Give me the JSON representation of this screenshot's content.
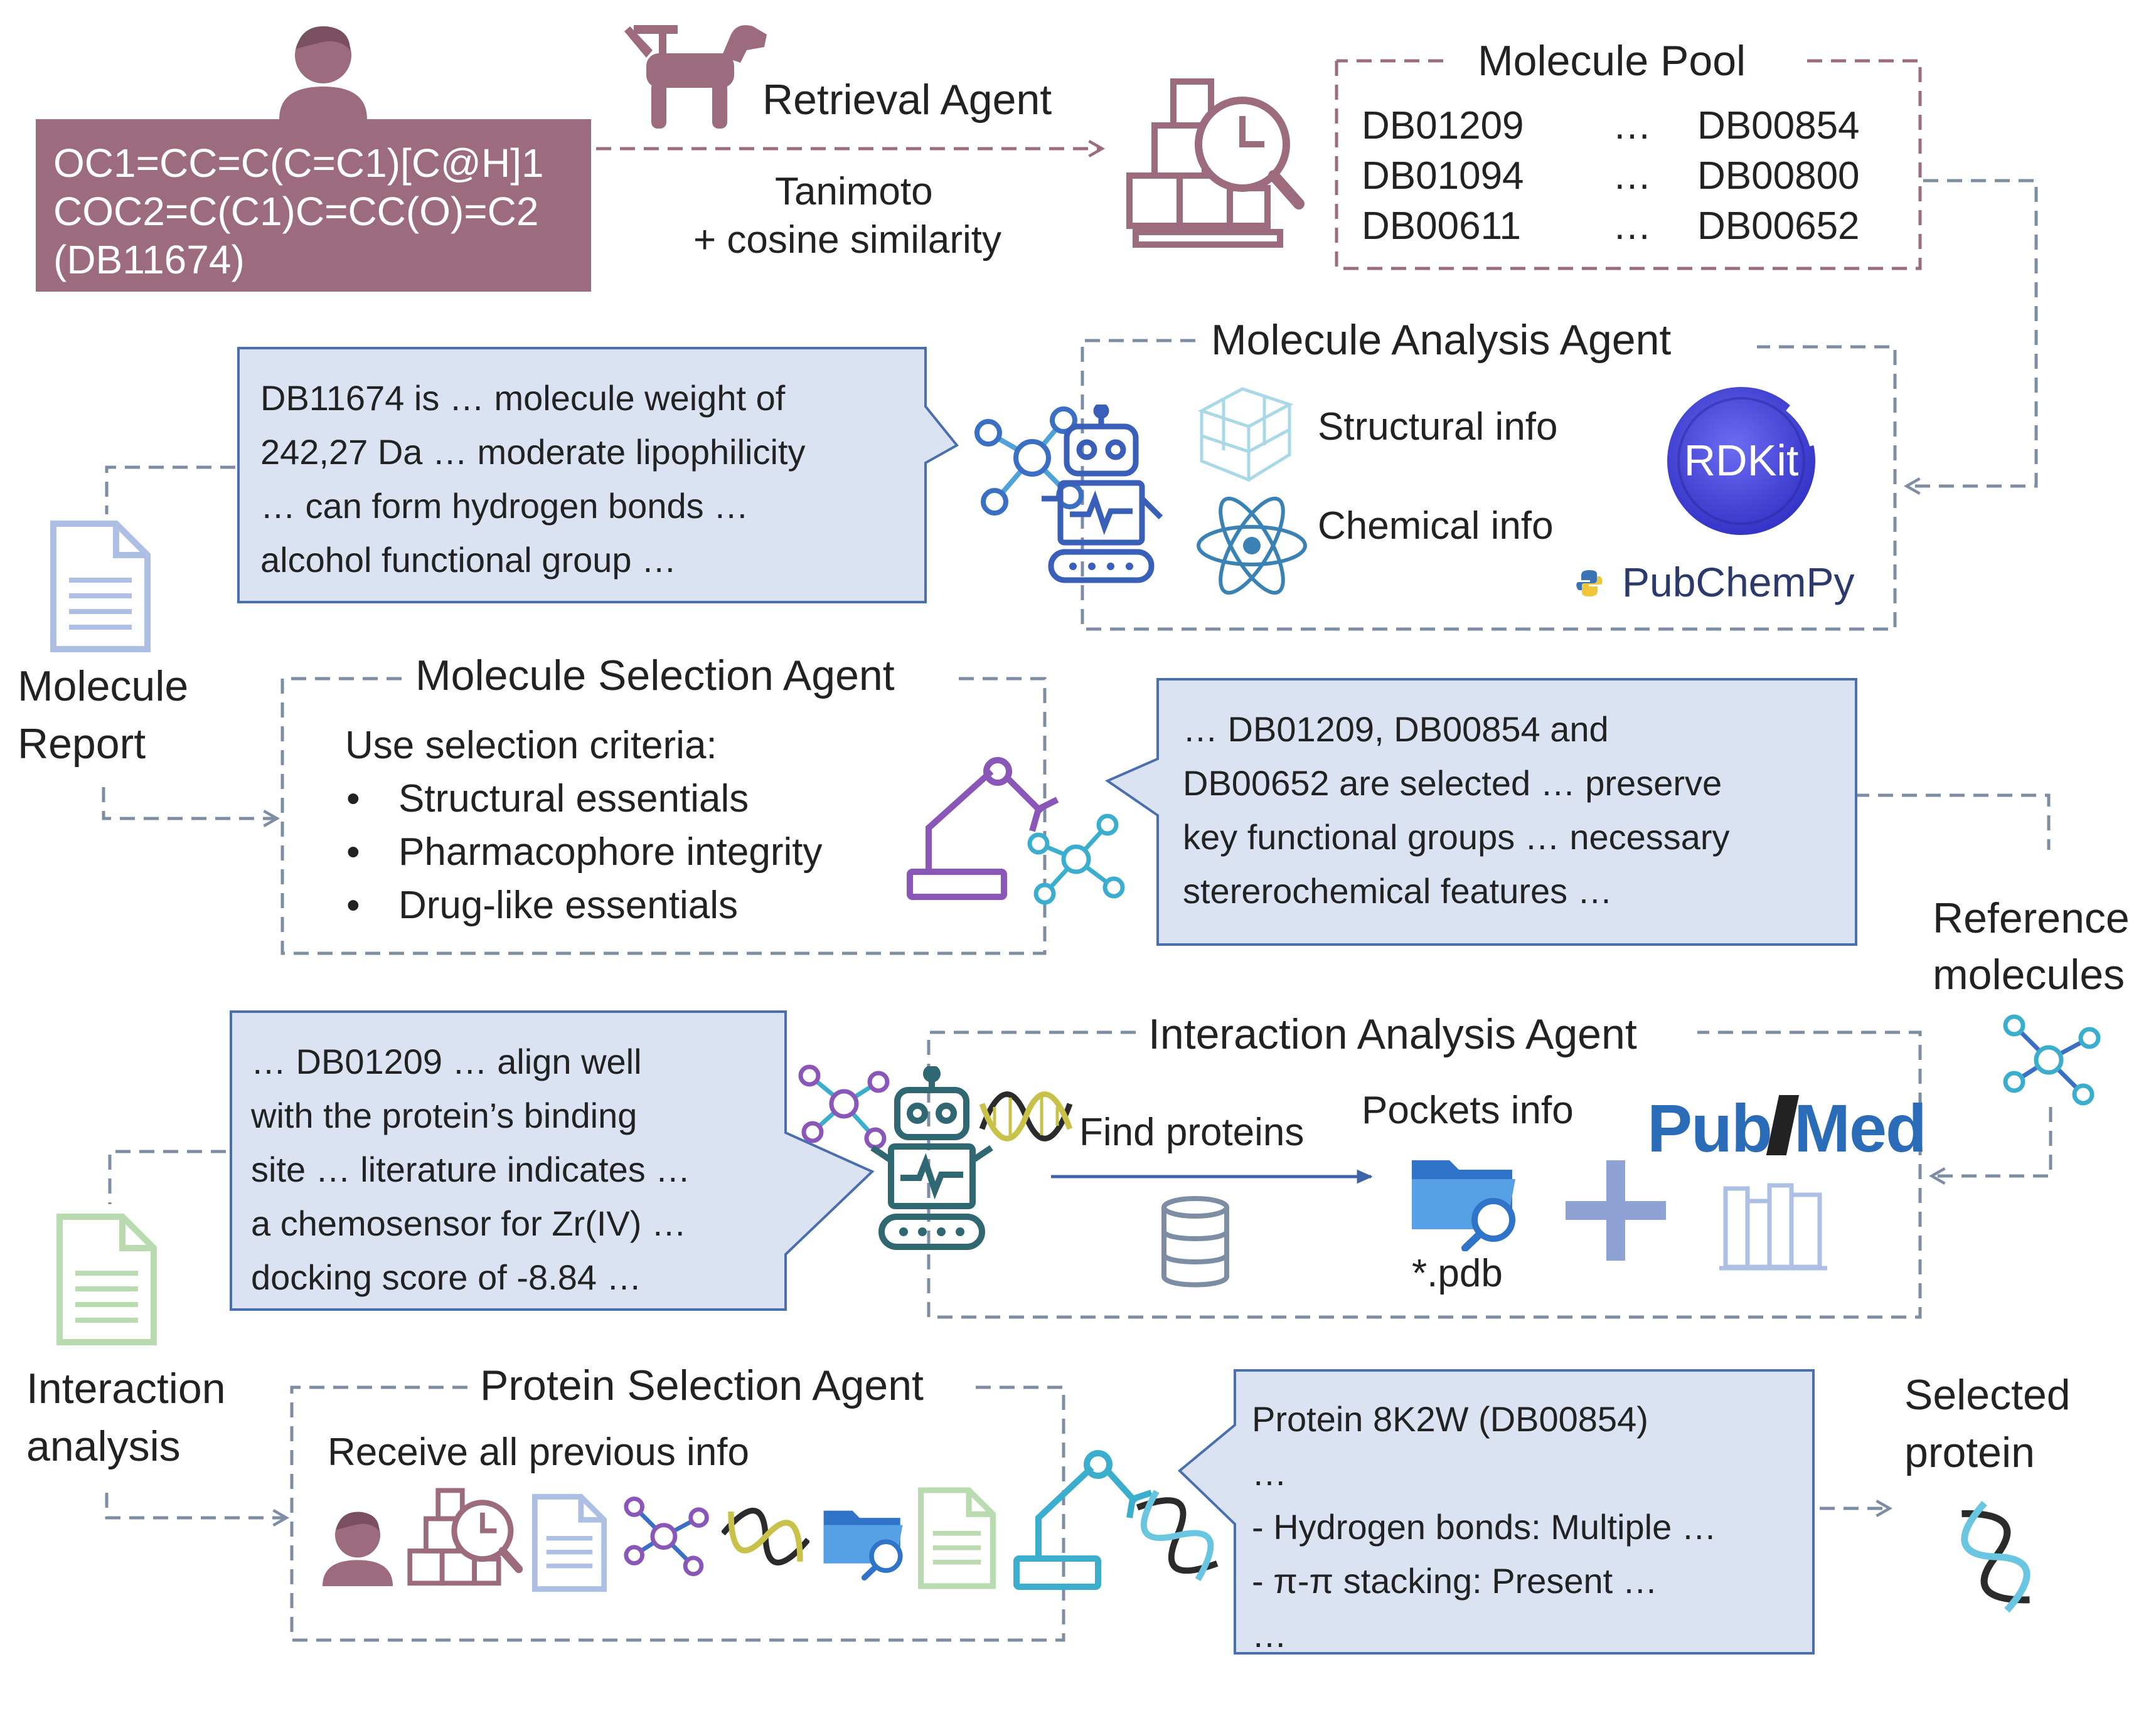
{
  "query": {
    "lines": [
      "OC1=CC=C(C=C1)[C@H]1",
      "COC2=C(C1)C=CC(O)=C2",
      "(DB11674)"
    ]
  },
  "retrieval_agent": {
    "title": "Retrieval Agent",
    "method_lines": [
      "Tanimoto",
      "+ cosine similarity"
    ]
  },
  "molecule_pool": {
    "title": "Molecule Pool",
    "left_ids": [
      "DB01209",
      "DB01094",
      "DB00611"
    ],
    "ellipsis": "…",
    "right_ids": [
      "DB00854",
      "DB00800",
      "DB00652"
    ]
  },
  "molecule_analysis_agent": {
    "title": "Molecule Analysis Agent",
    "structural_label": "Structural info",
    "chemical_label": "Chemical info",
    "rdkit_label": "RDKit",
    "pubchempy_label": "PubChemPy"
  },
  "analysis_bubble": {
    "lines": [
      "DB11674 is … molecule weight of",
      "242,27 Da … moderate lipophilicity",
      "… can form hydrogen bonds …",
      "alcohol functional group …"
    ]
  },
  "molecule_report": {
    "lines": [
      "Molecule",
      "Report"
    ]
  },
  "molecule_selection_agent": {
    "title": "Molecule Selection Agent",
    "intro": "Use selection criteria:",
    "bullet": "•",
    "criteria": [
      "Structural essentials",
      "Pharmacophore integrity",
      "Drug-like essentials"
    ]
  },
  "selection_bubble": {
    "lines": [
      "… DB01209, DB00854 and",
      "DB00652 are selected … preserve",
      "key functional groups … necessary",
      "stererochemical features …"
    ]
  },
  "reference_molecules": {
    "lines": [
      "Reference",
      "molecules"
    ]
  },
  "interaction_analysis_agent": {
    "title": "Interaction Analysis Agent",
    "find_proteins": "Find proteins",
    "pockets_info": "Pockets info",
    "pdb_label": "*.pdb",
    "pubmed_pub": "Pub",
    "pubmed_med": "Med"
  },
  "interaction_bubble": {
    "lines": [
      "… DB01209 … align well",
      "with the protein’s binding",
      "site … literature indicates …",
      "a chemosensor for Zr(IV) …",
      "docking score of -8.84 …"
    ]
  },
  "interaction_analysis": {
    "lines": [
      "Interaction",
      "analysis"
    ]
  },
  "protein_selection_agent": {
    "title": "Protein Selection Agent",
    "intro": "Receive all previous info"
  },
  "protein_bubble": {
    "lines": [
      "Protein 8K2W (DB00854)",
      "…",
      "- Hydrogen bonds: Multiple …",
      "- π-π stacking: Present …",
      "…"
    ]
  },
  "selected_protein": {
    "lines": [
      "Selected",
      "protein"
    ]
  },
  "colors": {
    "mauve": "#9c6b7e",
    "wire": "#7d8ea4",
    "bubble_fill": "#dbe3f3",
    "bubble_stroke": "#4a6fae",
    "report_blue": "#aebfe4",
    "report_green": "#b9dbaf",
    "robot_dark": "#3a6a7a",
    "purple": "#8a56b8",
    "cyan": "#3aaecc"
  },
  "icons": {
    "user": "user-icon",
    "dog": "retrieval-dog-icon",
    "boxes": "molecule-pool-boxes-icon",
    "cube": "crystal-cube-icon",
    "atom": "atom-icon",
    "robot": "robot-icon",
    "arm": "robot-arm-icon",
    "molecule": "molecule-icon",
    "dna": "dna-helix-icon",
    "database": "database-icon",
    "folder": "folder-search-icon",
    "plus": "plus-icon",
    "books": "books-icon",
    "document": "document-icon"
  }
}
